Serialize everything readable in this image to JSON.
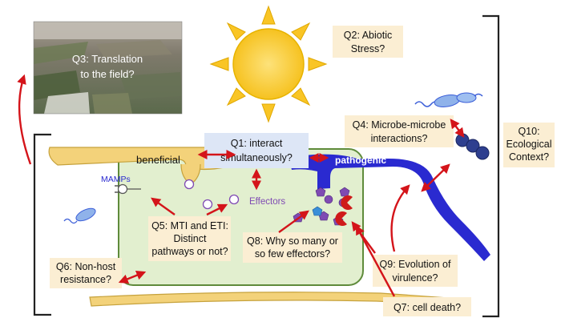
{
  "photo_caption": [
    "Q3: Translation",
    "to the field?"
  ],
  "questions": {
    "q1": {
      "lines": [
        "Q1: interact",
        "simultaneously?"
      ]
    },
    "q2": {
      "lines": [
        "Q2: Abiotic",
        "Stress?"
      ]
    },
    "q4": {
      "lines": [
        "Q4: Microbe-microbe",
        "interactions?"
      ]
    },
    "q5": {
      "lines": [
        "Q5: MTI and ETI:",
        "Distinct",
        "pathways or not?"
      ]
    },
    "q6": {
      "lines": [
        "Q6: Non-host",
        "resistance?"
      ]
    },
    "q7": {
      "lines": [
        "Q7: cell death?"
      ]
    },
    "q8": {
      "lines": [
        "Q8: Why so many or",
        "so few effectors?"
      ]
    },
    "q9": {
      "lines": [
        "Q9: Evolution of",
        "virulence?"
      ]
    },
    "q10": {
      "lines": [
        "Q10:",
        "Ecological",
        "Context?"
      ]
    }
  },
  "labels": {
    "beneficial": "beneficial",
    "pathogenic": "pathogenic",
    "mamps": "MAMPs",
    "effectors": "Effectors"
  },
  "colors": {
    "question_box": "#fbeed3",
    "q1_box": "#dde6f6",
    "sun": "#f9c525",
    "beneficial": "#f3d27a",
    "pathogenic": "#2a2ad0",
    "cell_fill": "#e2efcf",
    "cell_stroke": "#5f8b3b",
    "arrow": "#d4141a",
    "effector": "#7f4ab3",
    "bracket": "#222222"
  }
}
